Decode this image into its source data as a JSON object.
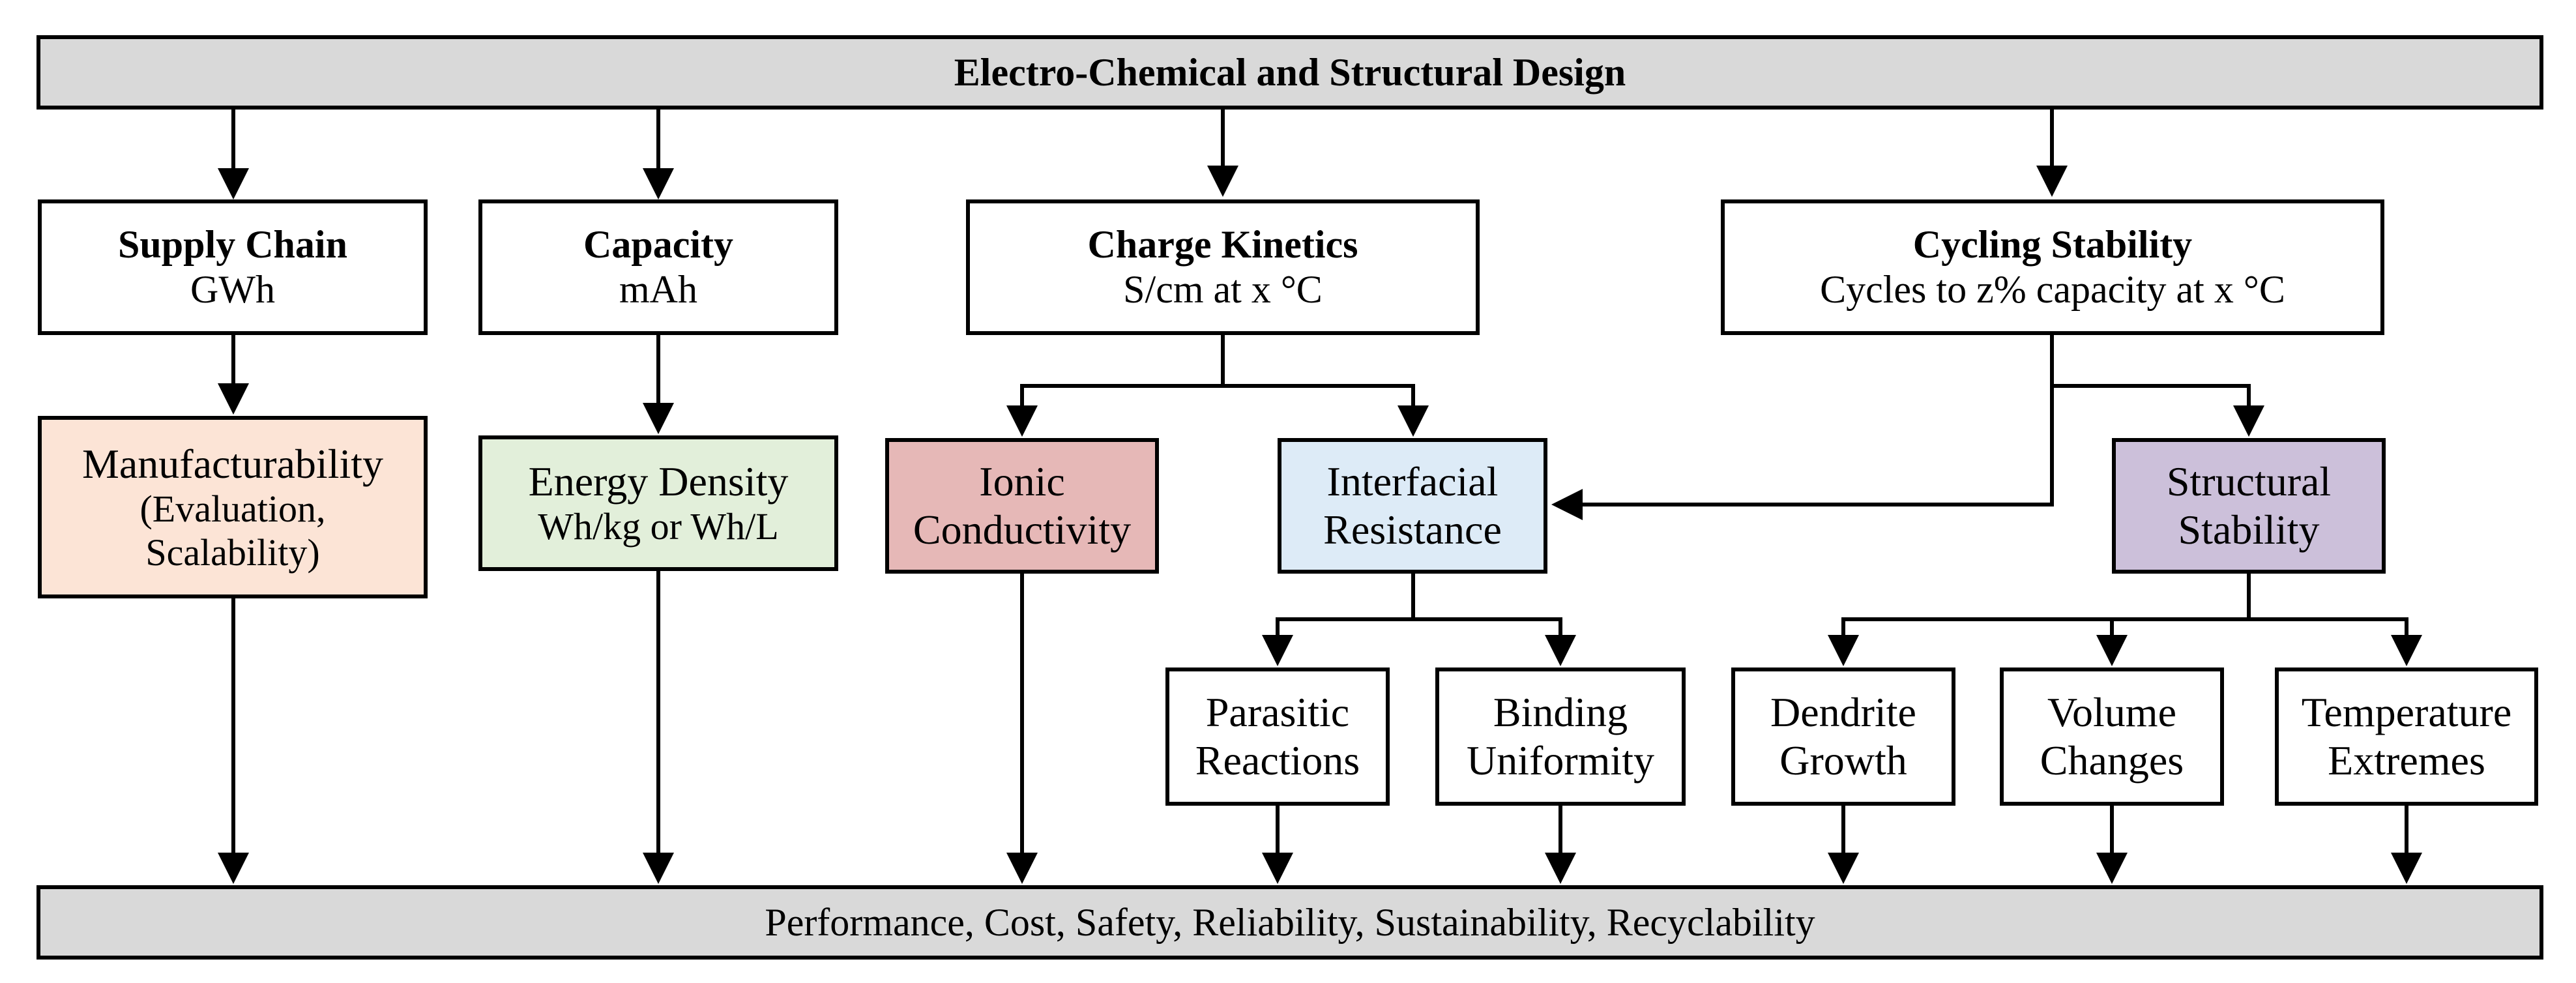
{
  "top_bar": {
    "label": "Electro-Chemical and Structural Design"
  },
  "bottom_bar": {
    "label": "Performance, Cost, Safety, Reliability, Sustainability, Recyclability"
  },
  "categories": {
    "supply_chain": {
      "title": "Supply Chain",
      "unit": "GWh"
    },
    "capacity": {
      "title": "Capacity",
      "unit": "mAh"
    },
    "charge_kinetics": {
      "title": "Charge Kinetics",
      "unit": "S/cm at x °C"
    },
    "cycling_stability": {
      "title": "Cycling Stability",
      "unit": "Cycles to z% capacity at x °C"
    }
  },
  "factors": {
    "manufacturability": {
      "line1": "Manufacturability",
      "line2": "(Evaluation,",
      "line3": "Scalability)",
      "color": "#fce4d6"
    },
    "energy_density": {
      "line1": "Energy Density",
      "line2": "Wh/kg or Wh/L",
      "color": "#e2efda"
    },
    "ionic_conductivity": {
      "line1": "Ionic",
      "line2": "Conductivity",
      "color": "#e6b8b7"
    },
    "interfacial_resistance": {
      "line1": "Interfacial",
      "line2": "Resistance",
      "color": "#ddebf7"
    },
    "structural_stability": {
      "line1": "Structural",
      "line2": "Stability",
      "color": "#ccc0da"
    }
  },
  "subfactors": {
    "parasitic_reactions": {
      "line1": "Parasitic",
      "line2": "Reactions"
    },
    "binding_uniformity": {
      "line1": "Binding",
      "line2": "Uniformity"
    },
    "dendrite_growth": {
      "line1": "Dendrite",
      "line2": "Growth"
    },
    "volume_changes": {
      "line1": "Volume",
      "line2": "Changes"
    },
    "temperature_extremes": {
      "line1": "Temperature",
      "line2": "Extremes"
    }
  }
}
